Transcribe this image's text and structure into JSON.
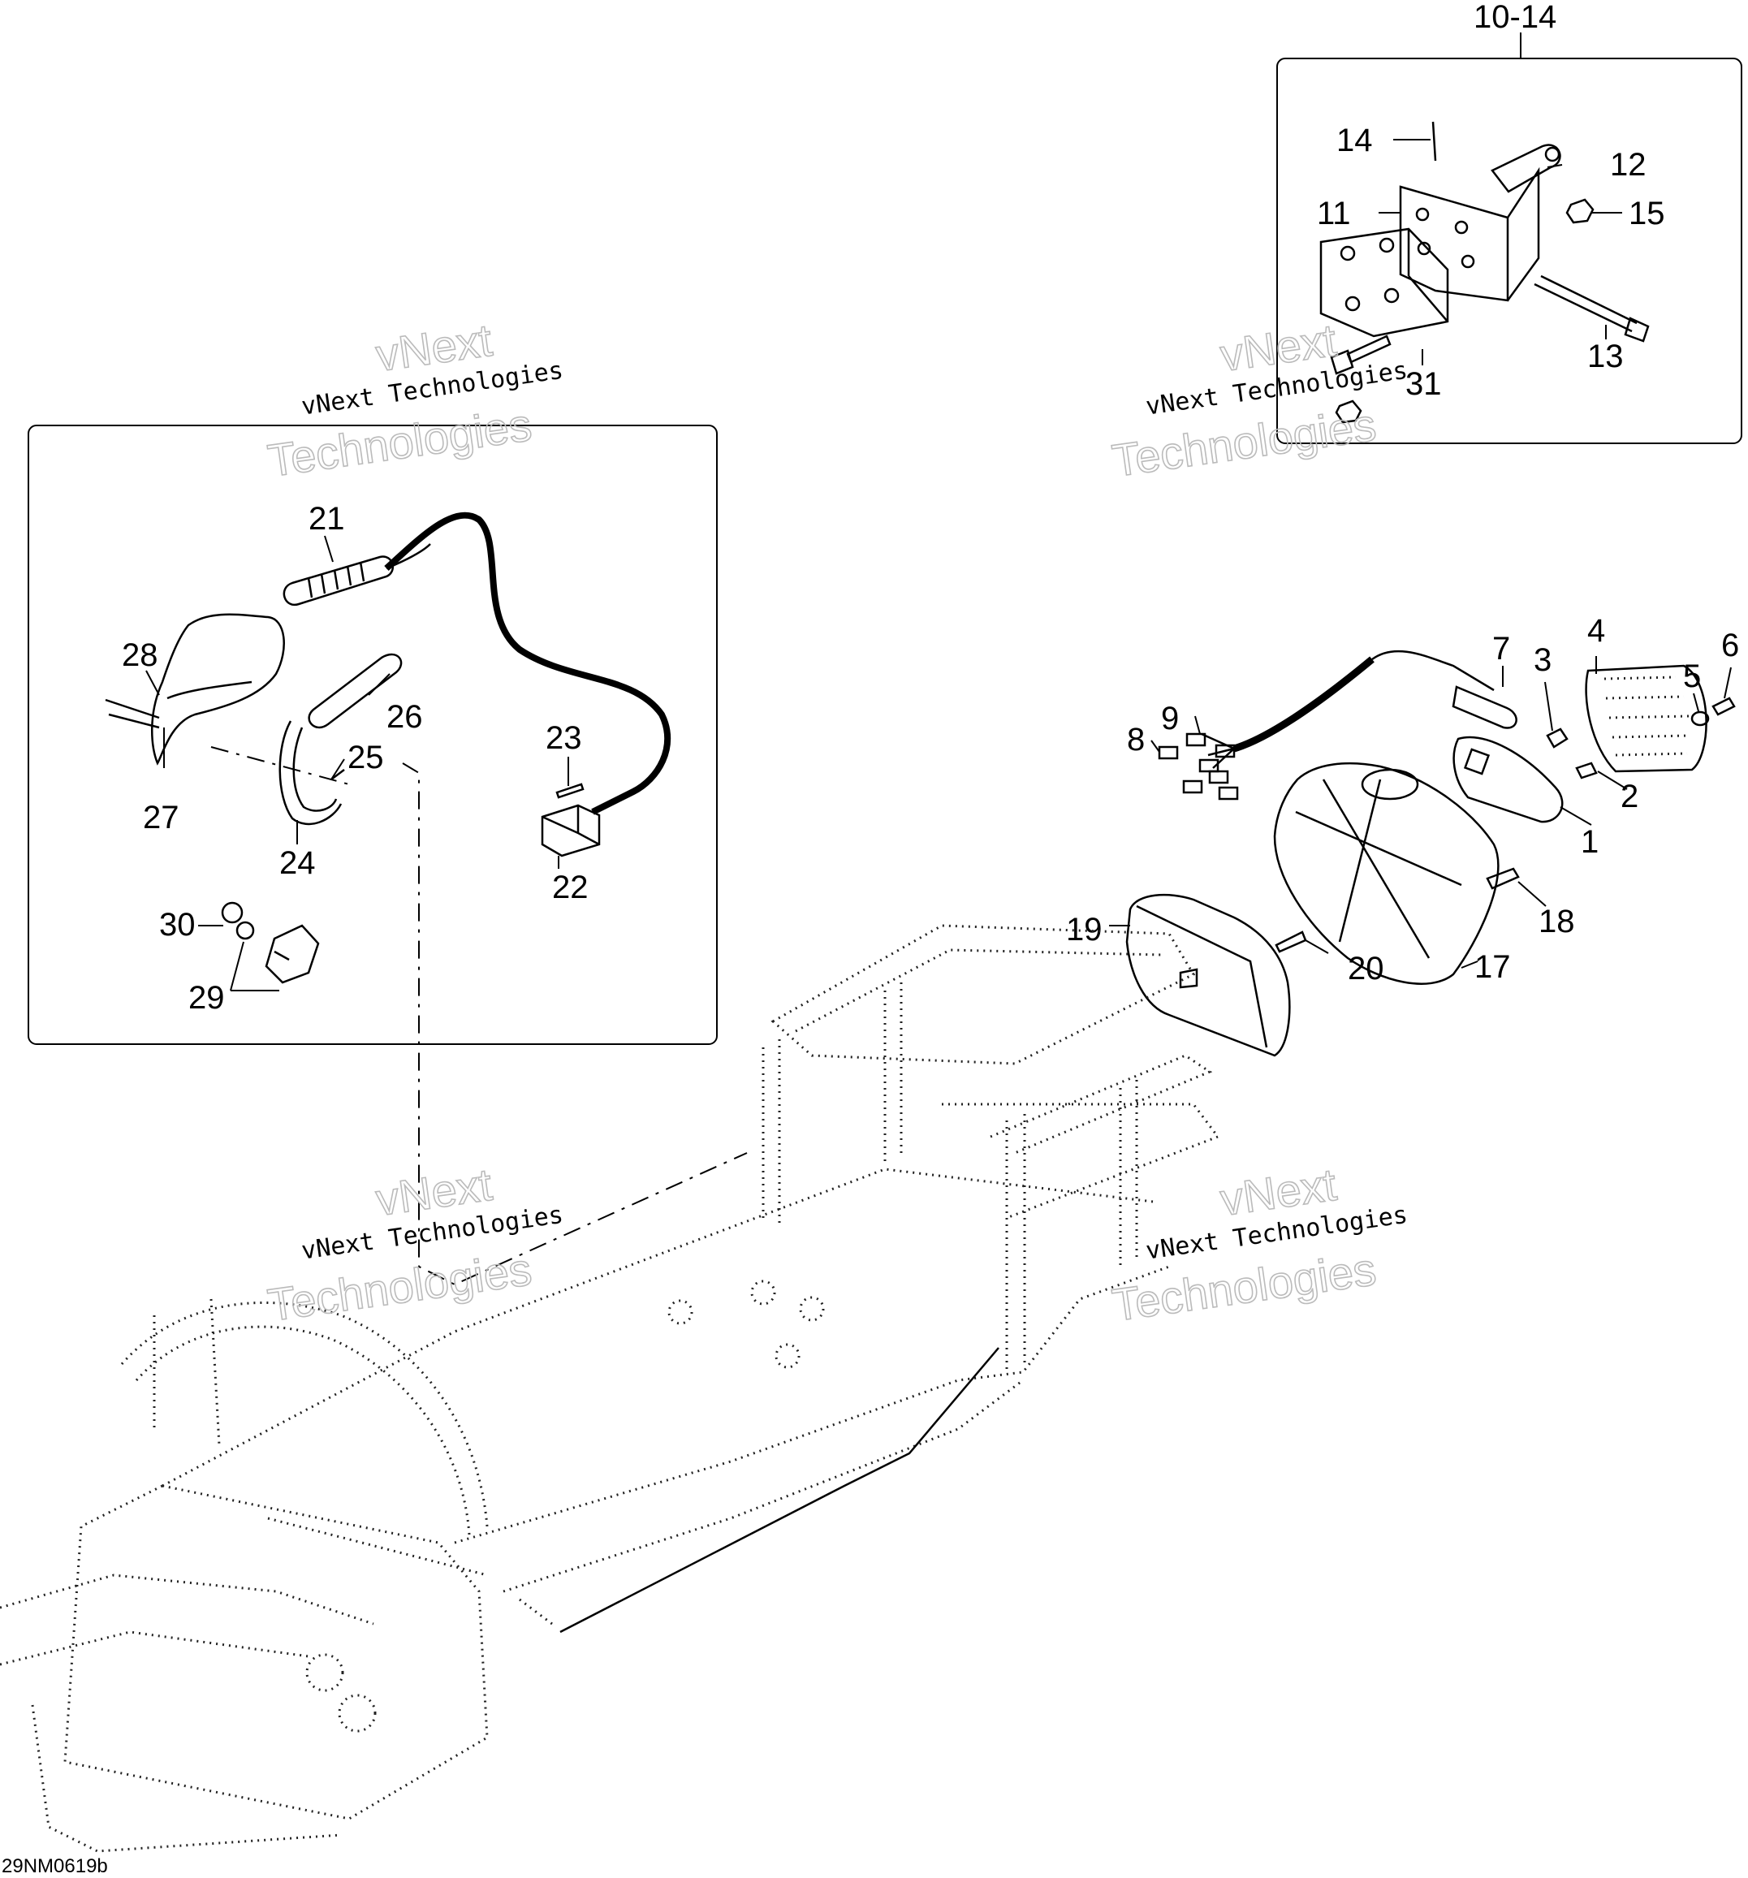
{
  "drawing_code": "29NM0619b",
  "group_label": "10-14",
  "watermark": {
    "line1": "vNext Technologies",
    "line2_a": "vNext",
    "line2_b": "Technologies"
  },
  "callouts": {
    "c1": "1",
    "c2": "2",
    "c3": "3",
    "c4": "4",
    "c5": "5",
    "c6": "6",
    "c7": "7",
    "c8": "8",
    "c9": "9",
    "c11": "11",
    "c12": "12",
    "c13": "13",
    "c14": "14",
    "c15": "15",
    "c17": "17",
    "c18": "18",
    "c19": "19",
    "c20": "20",
    "c21": "21",
    "c22": "22",
    "c23": "23",
    "c24": "24",
    "c25": "25",
    "c26": "26",
    "c27": "27",
    "c28": "28",
    "c29": "29",
    "c30": "30",
    "c31": "31"
  }
}
